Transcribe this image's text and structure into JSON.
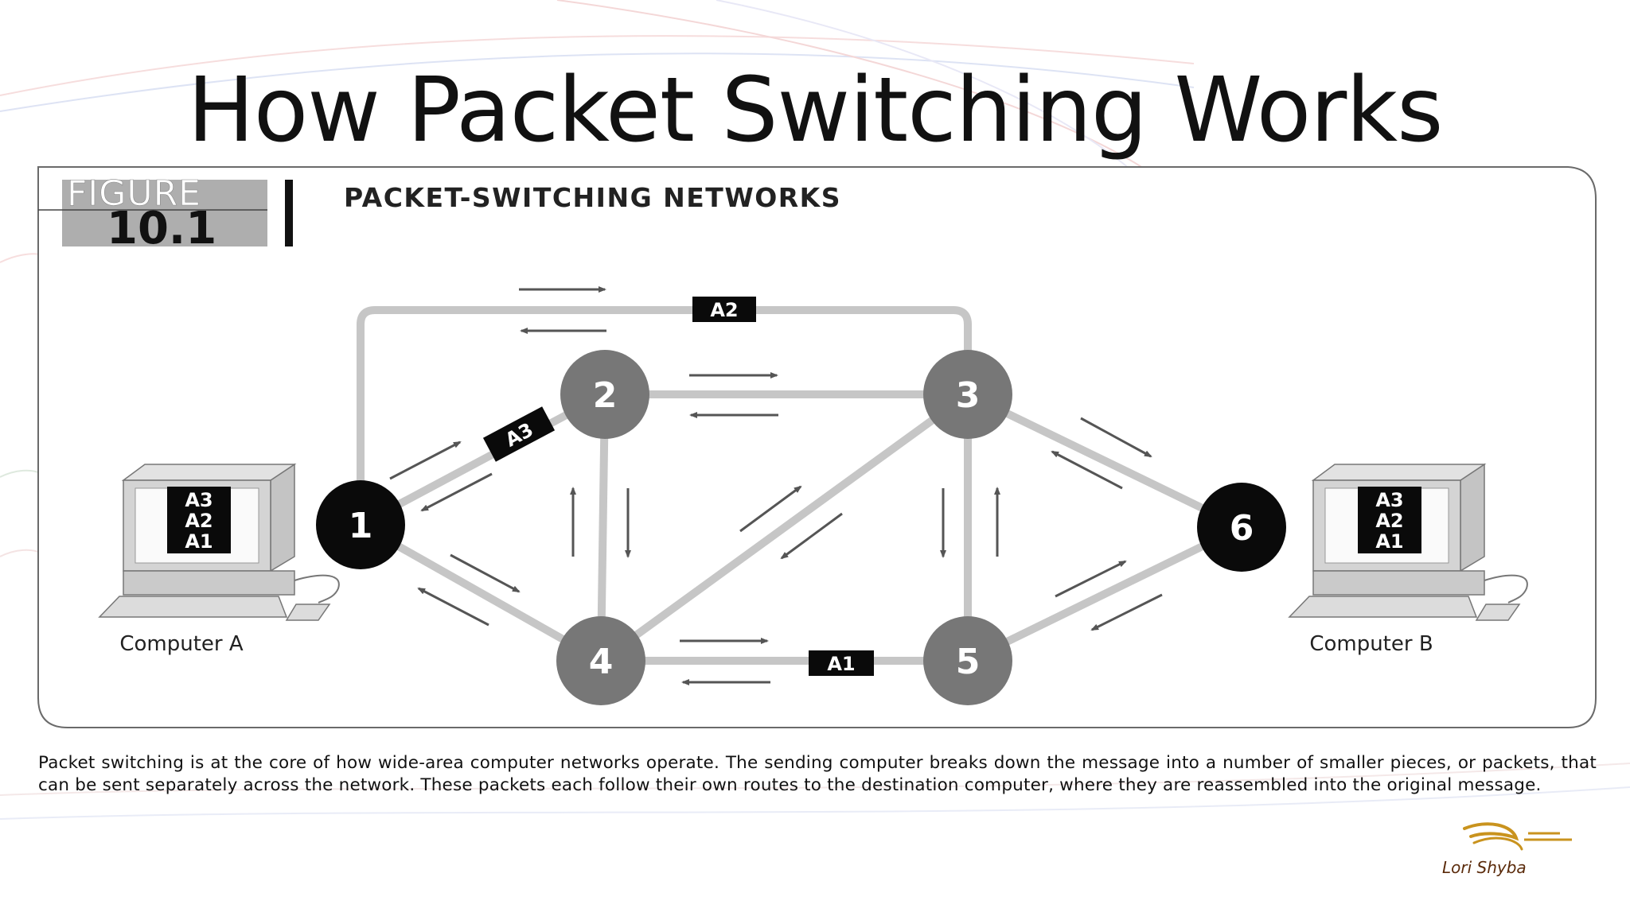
{
  "slide": {
    "title": "How Packet Switching Works",
    "caption": "Packet switching is at the core of how wide-area computer networks operate. The sending computer breaks down the message into a number of smaller pieces, or packets, that can be sent separately across the network. These packets each follow their own routes to the destination computer, where they are reassembled into the original message.",
    "signature": "Lori Shyba"
  },
  "figure": {
    "label_word": "FIGURE",
    "label_number": "10.1",
    "title": "PACKET-SWITCHING NETWORKS"
  },
  "nodes": [
    {
      "id": "1",
      "label": "1",
      "style": "dark"
    },
    {
      "id": "2",
      "label": "2",
      "style": "gray"
    },
    {
      "id": "3",
      "label": "3",
      "style": "gray"
    },
    {
      "id": "4",
      "label": "4",
      "style": "gray"
    },
    {
      "id": "5",
      "label": "5",
      "style": "gray"
    },
    {
      "id": "6",
      "label": "6",
      "style": "dark"
    }
  ],
  "links": [
    [
      "1",
      "2"
    ],
    [
      "1",
      "4"
    ],
    [
      "1",
      "3"
    ],
    [
      "2",
      "3"
    ],
    [
      "2",
      "4"
    ],
    [
      "3",
      "4"
    ],
    [
      "3",
      "5"
    ],
    [
      "3",
      "6"
    ],
    [
      "4",
      "5"
    ],
    [
      "5",
      "6"
    ]
  ],
  "packets": {
    "a1": "A1",
    "a2": "A2",
    "a3": "A3"
  },
  "computers": {
    "a": {
      "label": "Computer A",
      "screen_lines": [
        "A3",
        "A2",
        "A1"
      ]
    },
    "b": {
      "label": "Computer B",
      "screen_lines": [
        "A3",
        "A2",
        "A1"
      ]
    }
  },
  "colors": {
    "link": "#c6c6c6",
    "gray_node": "#777777",
    "dark_node": "#0a0a0a",
    "arrow": "#555555"
  }
}
